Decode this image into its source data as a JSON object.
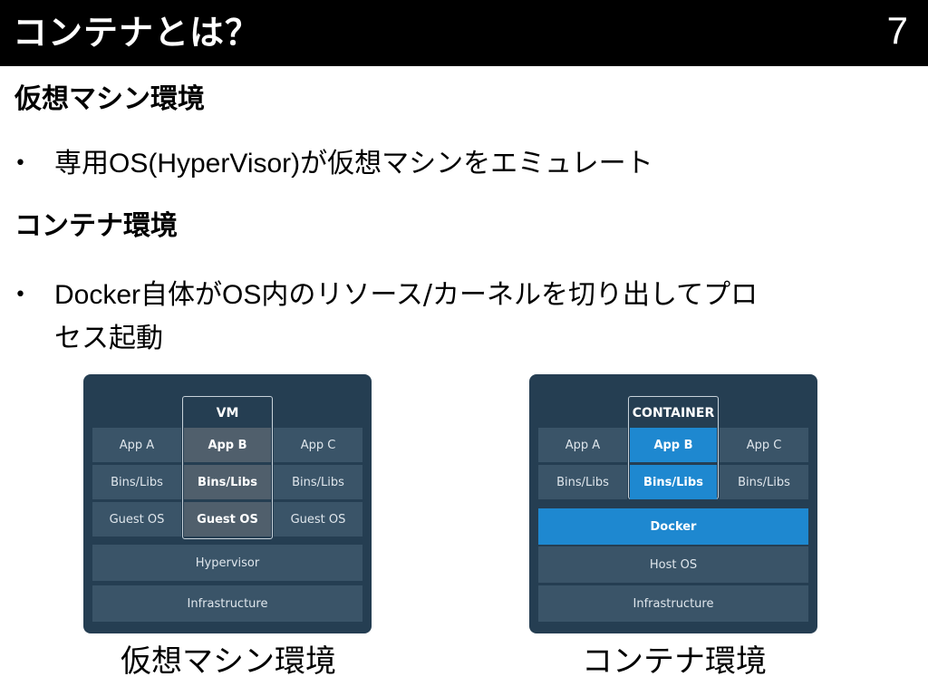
{
  "slide": {
    "title": "コンテナとは？",
    "page_number": "7"
  },
  "sections": [
    {
      "heading": "仮想マシン環境",
      "bullet_parts": [
        "専用",
        "OS(HyperVisor)",
        "が仮想マシンをエミュレート"
      ]
    },
    {
      "heading": "コンテナ環境",
      "bullet_line1_parts": [
        "Docker",
        "自体が",
        "OS",
        "内のリソース/カーネルを切り出してプロ"
      ],
      "bullet_line2": "セス起動"
    }
  ],
  "vm_diagram": {
    "frame_label": "VM",
    "rows": [
      [
        "App A",
        "App B",
        "App C"
      ],
      [
        "Bins/Libs",
        "Bins/Libs",
        "Bins/Libs"
      ],
      [
        "Guest OS",
        "Guest OS",
        "Guest OS"
      ]
    ],
    "hypervisor": "Hypervisor",
    "infrastructure": "Infrastructure",
    "caption": "仮想マシン環境",
    "colors": {
      "panel": "#253e52",
      "block": "#3a5468",
      "highlight": "#505f6c"
    }
  },
  "container_diagram": {
    "frame_label": "CONTAINER",
    "rows": [
      [
        "App A",
        "App B",
        "App C"
      ],
      [
        "Bins/Libs",
        "Bins/Libs",
        "Bins/Libs"
      ]
    ],
    "docker": "Docker",
    "host_os": "Host OS",
    "infrastructure": "Infrastructure",
    "caption": "コンテナ環境",
    "colors": {
      "panel": "#253e52",
      "block": "#3a5468",
      "accent": "#1e88d0"
    }
  }
}
